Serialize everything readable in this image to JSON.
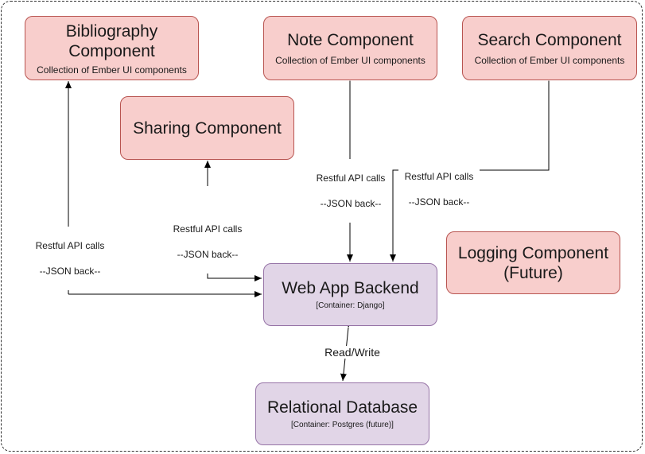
{
  "components": {
    "bibliography": {
      "title": "Bibliography Component",
      "subtitle": "Collection of Ember UI components"
    },
    "note": {
      "title": "Note Component",
      "subtitle": "Collection of Ember UI components"
    },
    "search": {
      "title": "Search Component",
      "subtitle": "Collection of Ember UI components"
    },
    "sharing": {
      "title": "Sharing Component"
    },
    "logging": {
      "title": "Logging Component",
      "title2": "(Future)"
    },
    "backend": {
      "title": "Web App Backend",
      "subtitle": "[Container: Django]"
    },
    "database": {
      "title": "Relational Database",
      "subtitle": "[Container: Postgres (future)]"
    }
  },
  "edge_labels": {
    "api_line1": "Restful API calls",
    "api_line2": "--JSON back--",
    "read_write": "Read/Write"
  },
  "colors": {
    "component_fill": "#f8cecc",
    "component_stroke": "#b85450",
    "container_fill": "#e1d5e7",
    "container_stroke": "#9673a6"
  }
}
